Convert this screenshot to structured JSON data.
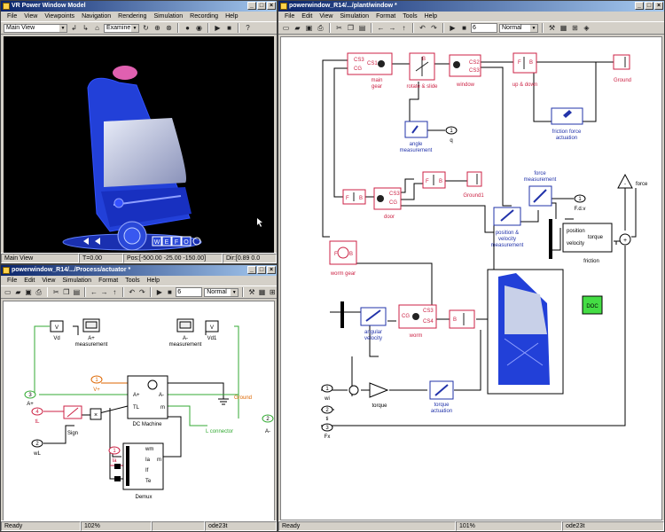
{
  "vr": {
    "title": "VR Power Window Model",
    "menu": [
      "File",
      "View",
      "Viewpoints",
      "Navigation",
      "Rendering",
      "Simulation",
      "Recording",
      "Help"
    ],
    "viewpoint": "Main View",
    "nav_mode": "Examine",
    "nav_buttons": [
      "W",
      "E",
      "F",
      "O"
    ],
    "status": {
      "view": "Main View",
      "time": "T=0.00",
      "pos": "Pos:[-500.00 -25.00 -150.00]",
      "dir": "Dir:[0.89 0.0"
    }
  },
  "actuator": {
    "title": "powerwindow_R14/.../Process/actuator *",
    "menu": [
      "File",
      "Edit",
      "View",
      "Simulation",
      "Format",
      "Tools",
      "Help"
    ],
    "stop_time": "6",
    "mode": "Normal",
    "blocks": {
      "vd": "Vd",
      "a_plus_meas": "A+",
      "a_plus_meas2": "measurement",
      "a_minus_meas": "A-",
      "a_minus_meas2": "measurement",
      "vd1": "Vd1",
      "port3": "3",
      "port3_label": "A+",
      "port1": "1",
      "port1_label": "V+",
      "port4": "4",
      "port4_label": "tL",
      "port2": "2",
      "port2_label": "wL",
      "port5": "2",
      "port5_label": "A-",
      "port_ia": "1",
      "port_ia_label": "Ia",
      "ground": "Ground",
      "dc_machine": "DC Machine",
      "dc_a_plus": "A+",
      "dc_a_minus": "A-",
      "dc_tl": "TL",
      "dc_m": "m",
      "sign": "Sign",
      "l_connector": "L connector",
      "demux": "Demux",
      "demux_wm": "wm",
      "demux_ia": "Ia",
      "demux_if": "If",
      "demux_te": "Te",
      "demux_m": "m"
    },
    "status": {
      "state": "Ready",
      "zoom": "102%",
      "solver": "ode23t"
    }
  },
  "window": {
    "title": "powerwindow_R14/.../plant/window *",
    "menu": [
      "File",
      "Edit",
      "View",
      "Simulation",
      "Format",
      "Tools",
      "Help"
    ],
    "stop_time": "6",
    "mode": "Normal",
    "blocks": {
      "main_gear": "main",
      "main_gear2": "gear",
      "rotate_slide": "rotate & slide",
      "window": "window",
      "up_down": "up & down",
      "ground": "Ground",
      "friction_force": "friction force",
      "friction_force2": "actuation",
      "angle_meas": "angle",
      "angle_meas2": "measurement",
      "q": "q",
      "q_port": "1",
      "door": "door",
      "ground1": "Ground1",
      "force_meas": "force",
      "force_meas2": "measurement",
      "fdv": "F.d.v",
      "fdv_port": "1",
      "force": "force",
      "pos_vel": "position &",
      "pos_vel2": "velocity",
      "pos_vel3": "measurement",
      "friction": "friction",
      "fr_pos": "position",
      "fr_torque": "torque",
      "fr_vel": "velocity",
      "worm_gear": "worm gear",
      "angular_vel": "angular",
      "angular_vel2": "velocity",
      "worm": "worm",
      "doc": "DOC",
      "wi": "wi",
      "wi_port": "1",
      "torque": "torque",
      "torque_act": "torque",
      "torque_act2": "actuation",
      "ti": "ti",
      "ti_port": "2",
      "fx": "Fx",
      "fx_port": "3",
      "cs1": "CS1",
      "cs2": "CS2",
      "cs3": "CS3",
      "cs4": "CS4",
      "cg": "CG",
      "b": "B",
      "f": "F"
    },
    "status": {
      "state": "Ready",
      "zoom": "101%",
      "solver": "ode23t"
    }
  },
  "colors": {
    "block_red": "#cc2244",
    "block_blue": "#2233aa",
    "signal_green": "#33aa33",
    "port_orange": "#dd6600"
  }
}
